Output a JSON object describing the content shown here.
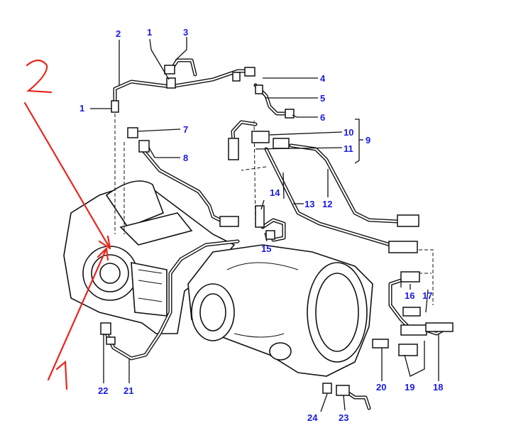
{
  "diagram": {
    "title": "Transmission hydraulic pipe assembly",
    "part_labels": [
      "1",
      "2",
      "3",
      "4",
      "5",
      "6",
      "7",
      "8",
      "9",
      "10",
      "11",
      "12",
      "13",
      "14",
      "15",
      "16",
      "17",
      "18",
      "19",
      "20",
      "21",
      "22",
      "23",
      "24"
    ],
    "label_1_top": "1",
    "label_1_left": "1",
    "accent_color": "#1a1ae6",
    "annotation_color": "#e8261c",
    "handwritten_annotations": [
      "2",
      "1"
    ]
  }
}
